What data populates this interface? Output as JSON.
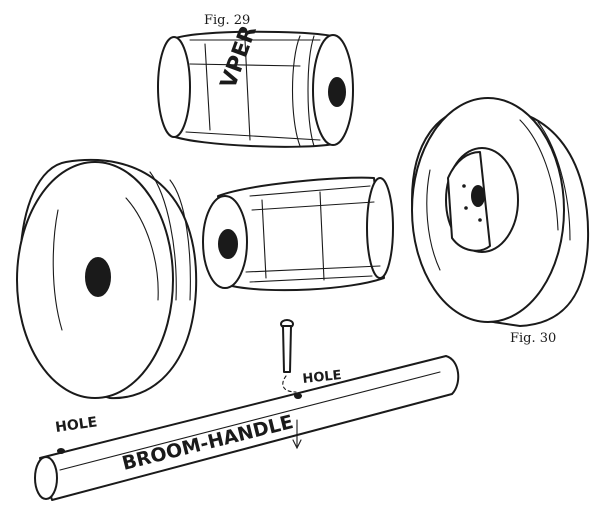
{
  "captions": {
    "fig29": "Fig. 29",
    "fig30": "Fig. 30"
  },
  "labels": {
    "hole_left": "HOLE",
    "hole_right": "HOLE",
    "broom_handle": "BROOM-HANDLE",
    "spool_lettering": "VPER"
  }
}
